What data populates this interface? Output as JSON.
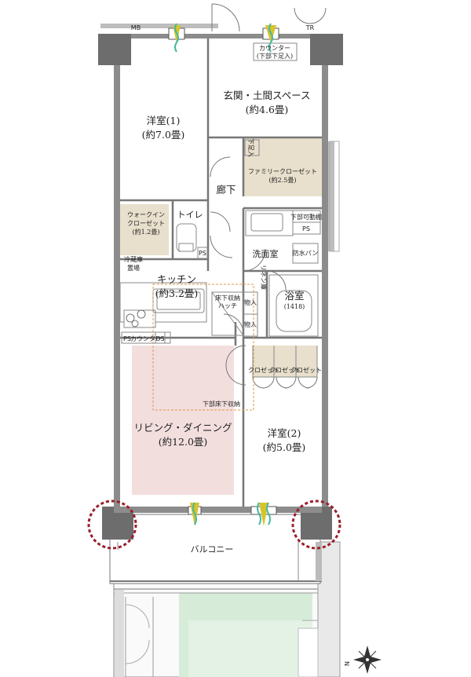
{
  "rooms": {
    "western_room_1": {
      "name": "洋室(1)",
      "area": "(約7.0畳)"
    },
    "entrance": {
      "name": "玄関・土間スペース",
      "area": "(約4.6畳)"
    },
    "family_closet": {
      "name": "ファミリークローゼット",
      "area": "(約2.5畳)"
    },
    "hallway": {
      "name": "廊下"
    },
    "walkin_closet": {
      "name": "ウォークイン",
      "name2": "クローゼット",
      "area": "(約1.2畳)"
    },
    "toilet": {
      "name": "トイレ"
    },
    "fridge": {
      "name": "冷蔵庫",
      "name2": "置場"
    },
    "washroom": {
      "name": "洗面室"
    },
    "waterproof_pan": {
      "name": "防水パン"
    },
    "kitchen": {
      "name": "キッチン",
      "area": "(約3.2畳)"
    },
    "bathroom": {
      "name": "浴室",
      "size": "(1418)"
    },
    "living_dining": {
      "name": "リビング・ダイニング",
      "area": "(約12.0畳)"
    },
    "western_room_2": {
      "name": "洋室(2)",
      "area": "(約5.0畳)"
    },
    "balcony": {
      "name": "バルコニー"
    }
  },
  "labels": {
    "mb": "MB",
    "tr": "TR",
    "counter_top": "カウンター",
    "counter_top_sub": "(下部下足入)",
    "shoe": "下足入",
    "laundry_upper": "下部可動棚",
    "ps": "PS",
    "linen": "リネン庫",
    "underfloor_hatch": "床下収納",
    "hatch": "ハッチ",
    "storage": "物入",
    "counter": "カウンター",
    "ds": "DS",
    "closet": "クロゼット",
    "underfloor_storage": "下部床下収納"
  },
  "compass": {
    "north": "N"
  },
  "colors": {
    "wall": "#8c8c8c",
    "wall_dark": "#6d6d6d",
    "closet_fill": "#e8dfcc",
    "living_fill": "#f3dede",
    "garden_green": "#d6ecd9",
    "window_green": "#46b8a4",
    "window_yellow": "#d8c42a",
    "pillar_circle": "#9a1f2b",
    "guide_orange": "#e29a4a"
  }
}
